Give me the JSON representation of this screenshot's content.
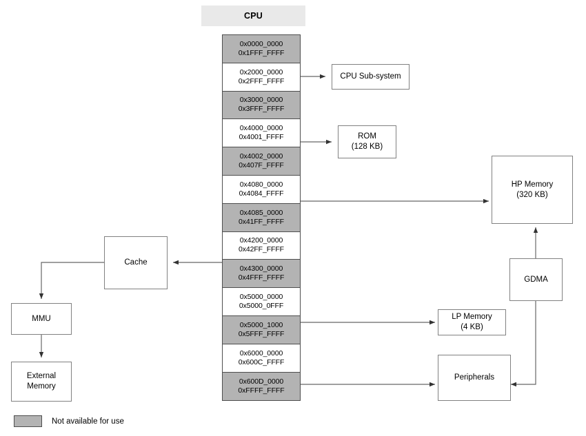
{
  "diagram": {
    "title": "CPU",
    "legend": {
      "swatch_color": "#b3b3b3",
      "label": "Not available for use"
    },
    "colors": {
      "unavailable_fill": "#b3b3b3",
      "available_fill": "#ffffff",
      "header_fill": "#e9e9e9",
      "border": "#4d4d4d",
      "node_border": "#808080",
      "connector": "#666666"
    }
  },
  "memory_map": {
    "header_label": "CPU",
    "blocks": [
      {
        "start": "0x0000_0000",
        "end": "0x1FFF_FFFF",
        "available": false,
        "target": null
      },
      {
        "start": "0x2000_0000",
        "end": "0x2FFF_FFFF",
        "available": true,
        "target": "CPU Sub-system"
      },
      {
        "start": "0x3000_0000",
        "end": "0x3FFF_FFFF",
        "available": false,
        "target": null
      },
      {
        "start": "0x4000_0000",
        "end": "0x4001_FFFF",
        "available": true,
        "target": "ROM"
      },
      {
        "start": "0x4002_0000",
        "end": "0x407F_FFFF",
        "available": false,
        "target": null
      },
      {
        "start": "0x4080_0000",
        "end": "0x4084_FFFF",
        "available": true,
        "target": "HP Memory"
      },
      {
        "start": "0x4085_0000",
        "end": "0x41FF_FFFF",
        "available": false,
        "target": null
      },
      {
        "start": "0x4200_0000",
        "end": "0x42FF_FFFF",
        "available": true,
        "target": "Cache"
      },
      {
        "start": "0x4300_0000",
        "end": "0x4FFF_FFFF",
        "available": false,
        "target": null
      },
      {
        "start": "0x5000_0000",
        "end": "0x5000_0FFF",
        "available": true,
        "target": "LP Memory"
      },
      {
        "start": "0x5000_1000",
        "end": "0x5FFF_FFFF",
        "available": false,
        "target": null
      },
      {
        "start": "0x6000_0000",
        "end": "0x600C_FFFF",
        "available": true,
        "target": "Peripherals"
      },
      {
        "start": "0x600D_0000",
        "end": "0xFFFF_FFFF",
        "available": false,
        "target": null
      }
    ]
  },
  "nodes": {
    "cpu_subsystem": {
      "line1": "CPU Sub-system",
      "line2": ""
    },
    "rom": {
      "line1": "ROM",
      "line2": "(128 KB)"
    },
    "hp_memory": {
      "line1": "HP Memory",
      "line2": "(320 KB)"
    },
    "lp_memory": {
      "line1": "LP Memory",
      "line2": "(4 KB)"
    },
    "peripherals": {
      "line1": "Peripherals",
      "line2": ""
    },
    "gdma": {
      "line1": "GDMA",
      "line2": ""
    },
    "cache": {
      "line1": "Cache",
      "line2": ""
    },
    "mmu": {
      "line1": "MMU",
      "line2": ""
    },
    "external_memory": {
      "line1": "External",
      "line2": "Memory"
    }
  },
  "connections": [
    {
      "from": "0x2000_0000 block",
      "to": "CPU Sub-system",
      "direction": "right"
    },
    {
      "from": "0x4000_0000 block",
      "to": "ROM",
      "direction": "right"
    },
    {
      "from": "0x4080_0000 block",
      "to": "HP Memory",
      "direction": "right"
    },
    {
      "from": "0x4200_0000 block",
      "to": "Cache",
      "direction": "left"
    },
    {
      "from": "0x5000_0000 block",
      "to": "LP Memory",
      "direction": "right"
    },
    {
      "from": "0x6000_0000 block",
      "to": "Peripherals",
      "direction": "right"
    },
    {
      "from": "GDMA",
      "to": "HP Memory",
      "direction": "up"
    },
    {
      "from": "GDMA",
      "to": "Peripherals",
      "direction": "down-left"
    },
    {
      "from": "Cache",
      "to": "MMU",
      "direction": "left-down"
    },
    {
      "from": "MMU",
      "to": "External Memory",
      "direction": "down"
    }
  ]
}
